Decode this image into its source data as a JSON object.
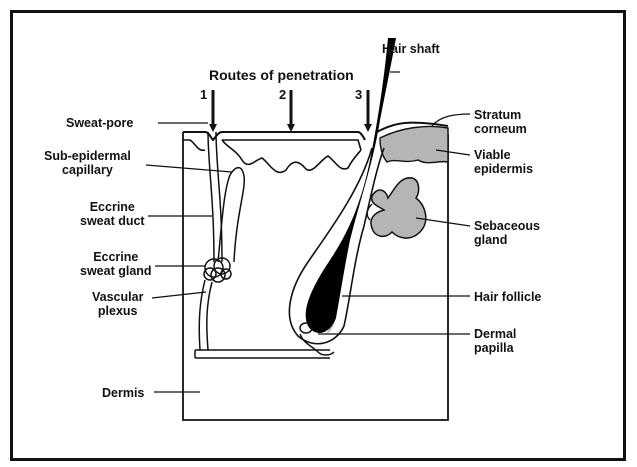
{
  "figure": {
    "routes_title": "Routes of penetration",
    "route_numbers": [
      "1",
      "2",
      "3"
    ],
    "labels": {
      "hair_shaft": "Hair shaft",
      "sweat_pore": "Sweat-pore",
      "sub_epidermal_capillary": "Sub-epidermal\ncapillary",
      "eccrine_sweat_duct": "Eccrine\nsweat duct",
      "eccrine_sweat_gland": "Eccrine\nsweat gland",
      "vascular_plexus": "Vascular\nplexus",
      "dermis": "Dermis",
      "stratum_corneum": "Stratum\ncorneum",
      "viable_epidermis": "Viable\nepidermis",
      "sebaceous_gland": "Sebaceous\ngland",
      "hair_follicle": "Hair follicle",
      "dermal_papilla": "Dermal\npapilla"
    },
    "colors": {
      "ink": "#111111",
      "shade": "#b5b5b5",
      "background": "#ffffff"
    }
  }
}
